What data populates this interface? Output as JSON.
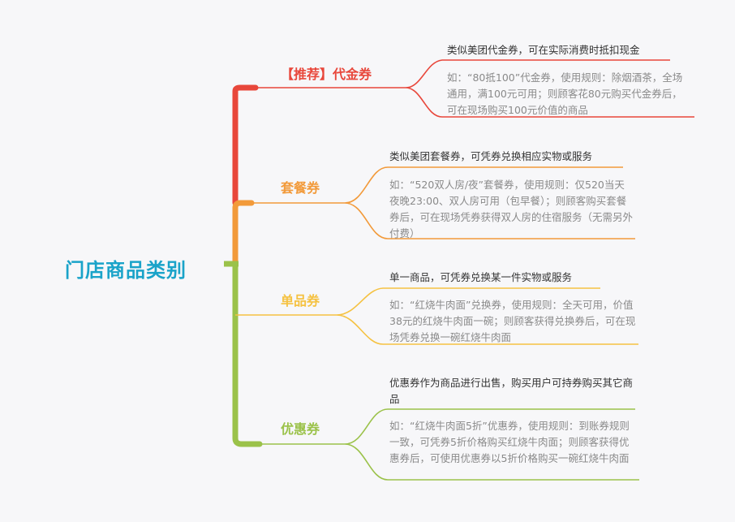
{
  "root": {
    "label": "门店商品类别",
    "color": "#1aa3c9"
  },
  "branches": [
    {
      "label": "【推荐】代金券",
      "color": "#e8473b",
      "summary": "类似美团代金券，可在实际消费时抵扣现金",
      "detail": "如：“80抵100”代金券，使用规则：除烟酒茶，全场通用，满100元可用；则顾客花80元购买代金券后，可在现场购买100元价值的商品"
    },
    {
      "label": "套餐券",
      "color": "#f29a3a",
      "summary": "类似美团套餐券，可凭券兑换相应实物或服务",
      "detail": "如：“520双人房/夜”套餐券，使用规则：仅520当天夜晚23:00、双人房可用（包早餐）；则顾客购买套餐券后，可在现场凭券获得双人房的住宿服务（无需另外付费）"
    },
    {
      "label": "单品券",
      "color": "#f5c242",
      "summary": "单一商品，可凭券兑换某一件实物或服务",
      "detail": "如：“红烧牛肉面”兑换券，使用规则：全天可用，价值38元的红烧牛肉面一碗；则顾客获得兑换券后，可在现场凭券兑换一碗红烧牛肉面"
    },
    {
      "label": "优惠券",
      "color": "#9bc24a",
      "summary": "优惠券作为商品进行出售，购买用户可持券购买其它商品",
      "detail": "如：“红烧牛肉面5折”优惠券，使用规则：到账券规则一致，可凭券5折价格购买红烧牛肉面；则顾客获得优惠券后，可使用优惠券以5折价格购买一碗红烧牛肉面"
    }
  ]
}
